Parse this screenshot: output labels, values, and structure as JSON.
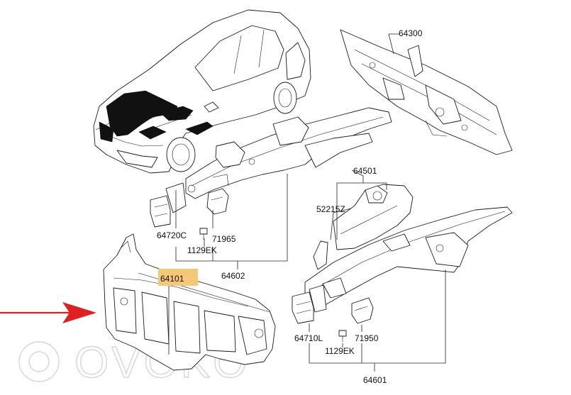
{
  "labels": {
    "p64300": "64300",
    "p64501": "64501",
    "p52215z": "52215Z",
    "p64720c": "64720C",
    "p71965": "71965",
    "p1129ek_top": "1129EK",
    "p64602": "64602",
    "p64101": "64101",
    "p64710l": "64710L",
    "p71950": "71950",
    "p1129ek_bottom": "1129EK",
    "p64601": "64601"
  },
  "highlight": {
    "label": "64101",
    "color": "#f5c878"
  },
  "arrow": {
    "color": "#e02020"
  },
  "watermark": {
    "text": "OVOKO"
  }
}
